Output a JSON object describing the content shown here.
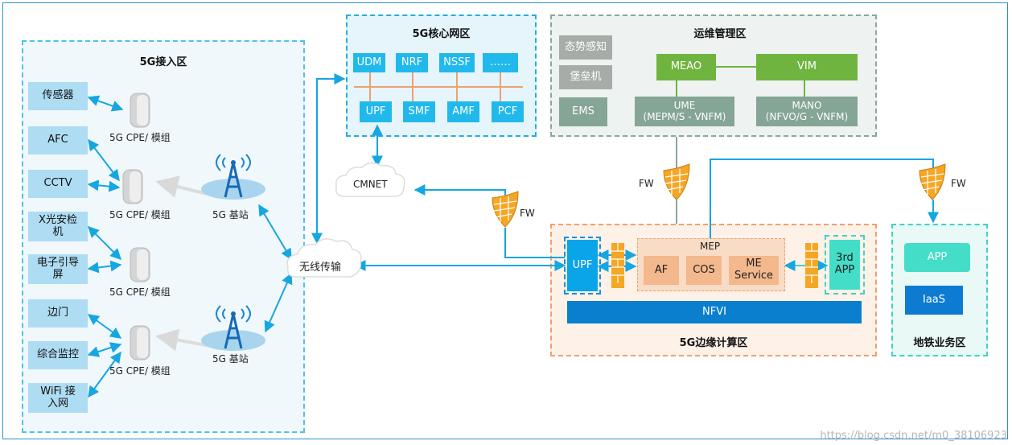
{
  "zones": {
    "access": "5G接入区",
    "core": "5G核心网区",
    "ops": "运维管理区",
    "edge": "5G边缘计算区",
    "metro": "地铁业务区"
  },
  "devices": [
    {
      "label": "传感器"
    },
    {
      "label": "AFC"
    },
    {
      "label": "CCTV"
    },
    {
      "label": "X光安检\n机"
    },
    {
      "label": "电子引导\n屏"
    },
    {
      "label": "边门"
    },
    {
      "label": "综合监控"
    },
    {
      "label": "WiFi 接\n入网"
    }
  ],
  "cpe_label": "5G CPE/  模组",
  "station_label": "5G 基站",
  "wireless_label": "无线传输",
  "cmnet_label": "CMNET",
  "fw_label": "FW",
  "core_nfs_top": [
    "UDM",
    "NRF",
    "NSSF",
    "……"
  ],
  "core_nfs_bottom": [
    "UPF",
    "SMF",
    "AMF",
    "PCF"
  ],
  "ops": {
    "situation": "态势感知",
    "bastion": "堡垒机",
    "ems": "EMS",
    "meao": "MEAO",
    "vim": "VIM",
    "ume": "UME\n(MEPM/S  - VNFM)",
    "mano": "MANO\n(NFVO/G  - VNFM)"
  },
  "edge": {
    "upf": "UPF",
    "mep": "MEP",
    "af": "AF",
    "cos": "COS",
    "me_service": "ME\nService",
    "third_app": "3rd\nAPP",
    "nfvi": "NFVI"
  },
  "metro": {
    "app": "APP",
    "iaas": "IaaS"
  },
  "watermark": "https://blog.csdn.net/m0_38106923",
  "colors": {
    "frame": "#2e8fc9",
    "arrow": "#16a6e0",
    "bus": "#f0a070",
    "dashed_blue": "#4cc3e8",
    "dashed_grey": "#8aa89a",
    "dashed_orange": "#f0a070",
    "dashed_teal": "#42d3c2"
  }
}
